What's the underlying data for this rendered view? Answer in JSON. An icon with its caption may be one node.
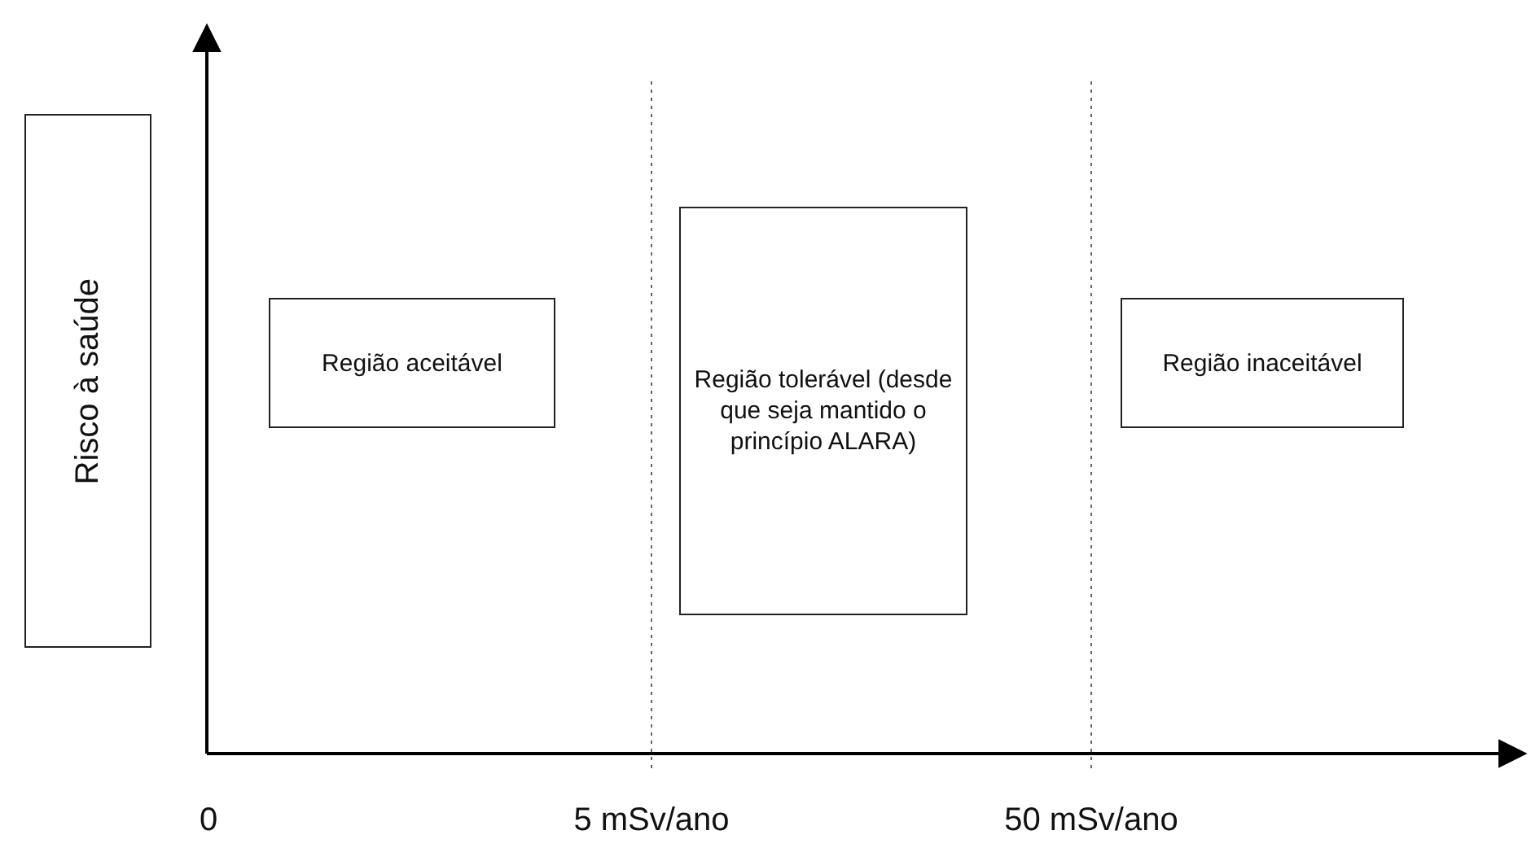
{
  "diagram": {
    "nodes": [
      {
        "text": [
          "Risco à saúde"
        ]
      },
      {
        "text": [
          "Região aceitável"
        ]
      },
      {
        "text": [
          "Região tolerável (desde que seja mantido o princípio ALARA)"
        ]
      },
      {
        "text": [
          "Região inaceitável"
        ]
      }
    ],
    "labels": [
      "0",
      "5 mSv/ano",
      "50 mSv/ano"
    ]
  }
}
